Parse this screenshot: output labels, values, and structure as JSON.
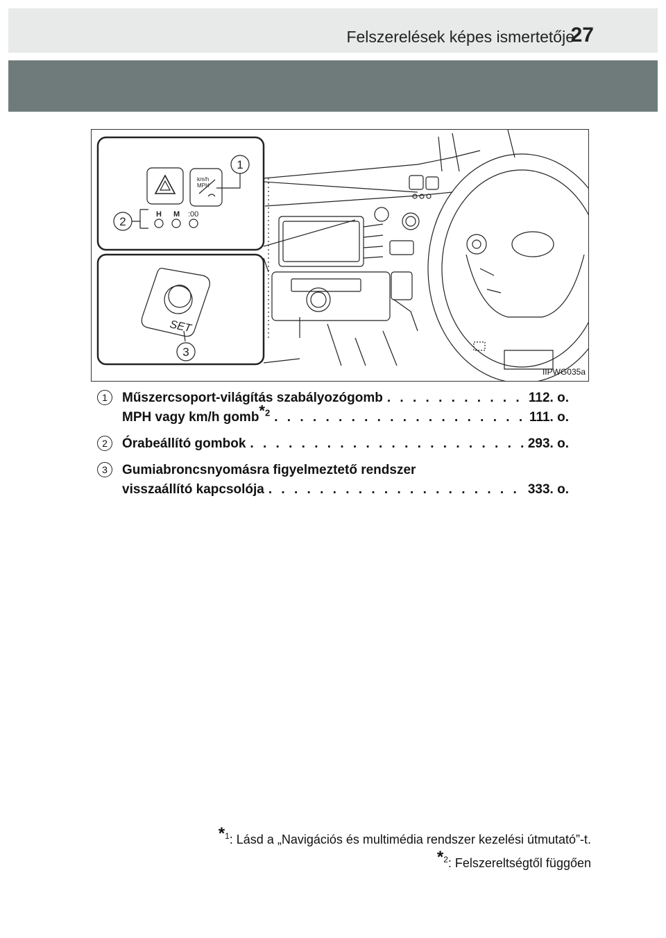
{
  "header": {
    "section_title": "Felszerelések képes ismertetője",
    "page_number": "27"
  },
  "figure": {
    "code": "IIPWG035a",
    "callouts": [
      "1",
      "2",
      "3"
    ],
    "button_labels": {
      "kmh": "km/h",
      "mph": "MPH",
      "clock_h": "H",
      "clock_m": "M",
      "clock_00": ":00",
      "set": "SET"
    }
  },
  "items": [
    {
      "number": "1",
      "lines": [
        {
          "label": "Műszercsoport-világítás szabályozógomb",
          "page": "112. o."
        },
        {
          "label": "MPH vagy km/h gomb",
          "star": "*",
          "sup": "2",
          "page": "111. o."
        }
      ]
    },
    {
      "number": "2",
      "lines": [
        {
          "label": "Órabeállító gombok",
          "page": "293. o."
        }
      ]
    },
    {
      "number": "3",
      "lines": [
        {
          "label": "Gumiabroncsnyomásra figyelmeztető rendszer",
          "page": ""
        },
        {
          "label": "visszaállító kapcsolója",
          "page": "333. o."
        }
      ]
    }
  ],
  "footnotes": [
    {
      "star": "*",
      "sup": "1",
      "text": ": Lásd a „Navigációs és multimédia rendszer kezelési útmutató”-t."
    },
    {
      "star": "*",
      "sup": "2",
      "text": ": Felszereltségtől függően"
    }
  ]
}
